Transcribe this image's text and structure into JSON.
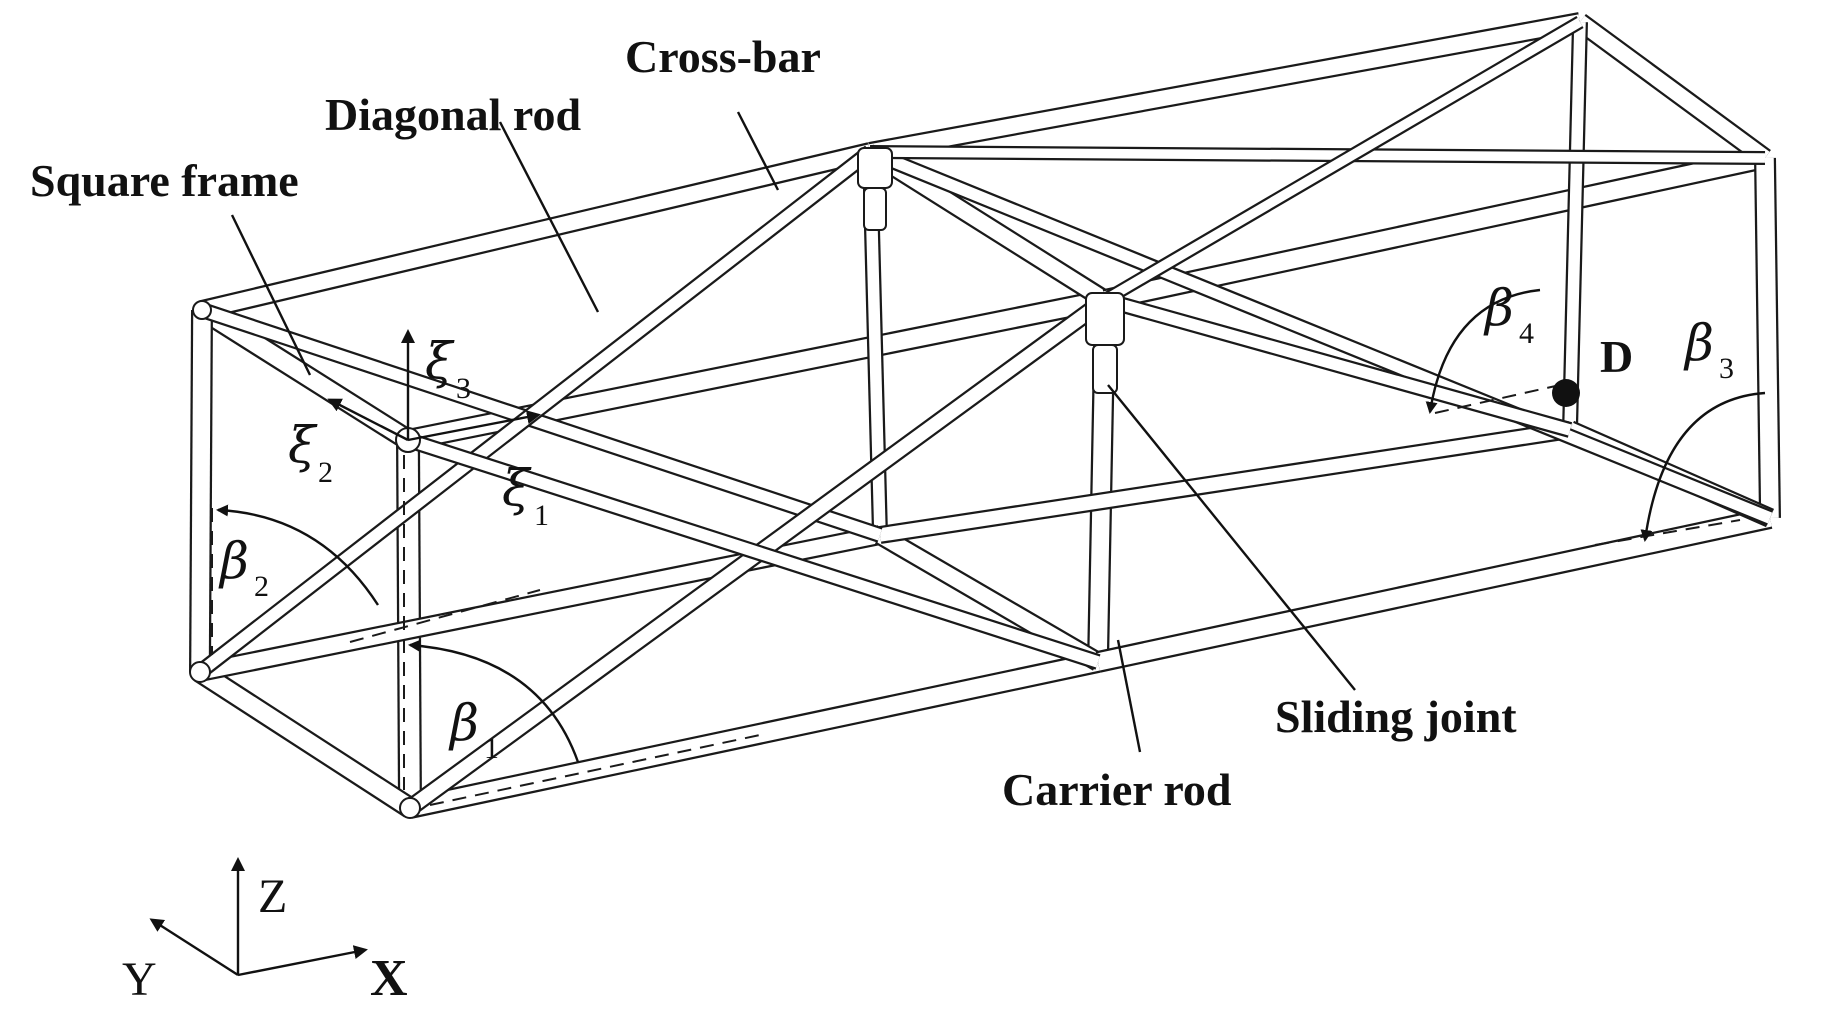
{
  "labels": {
    "cross_bar": "Cross-bar",
    "diagonal_rod": "Diagonal rod",
    "square_frame": "Square frame",
    "sliding_joint": "Sliding joint",
    "carrier_rod": "Carrier rod",
    "point_d": "D"
  },
  "symbols": {
    "xi": "ξ",
    "beta": "β",
    "xi_subs": [
      "1",
      "2",
      "3"
    ],
    "beta_subs": [
      "1",
      "2",
      "3",
      "4"
    ]
  },
  "axes": {
    "x": "X",
    "y": "Y",
    "z": "Z"
  }
}
